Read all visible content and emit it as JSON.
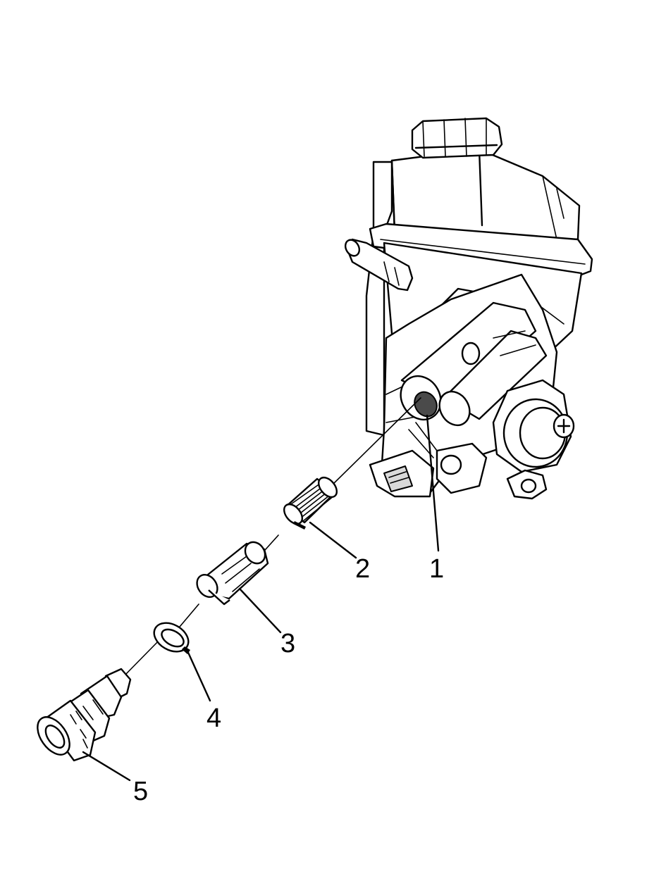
{
  "diagram": {
    "callouts": [
      {
        "id": "1",
        "text": "1"
      },
      {
        "id": "2",
        "text": "2"
      },
      {
        "id": "3",
        "text": "3"
      },
      {
        "id": "4",
        "text": "4"
      },
      {
        "id": "5",
        "text": "5"
      }
    ],
    "parts": [
      {
        "callout": "1",
        "icon": "power-steering-pump-icon"
      },
      {
        "callout": "2",
        "icon": "spring-icon"
      },
      {
        "callout": "3",
        "icon": "valve-icon"
      },
      {
        "callout": "4",
        "icon": "o-ring-icon"
      },
      {
        "callout": "5",
        "icon": "fitting-icon"
      }
    ],
    "colors": {
      "line": "#000000",
      "background": "#ffffff",
      "shade": "#d9d9d9",
      "dark": "#4a4a4a"
    }
  }
}
